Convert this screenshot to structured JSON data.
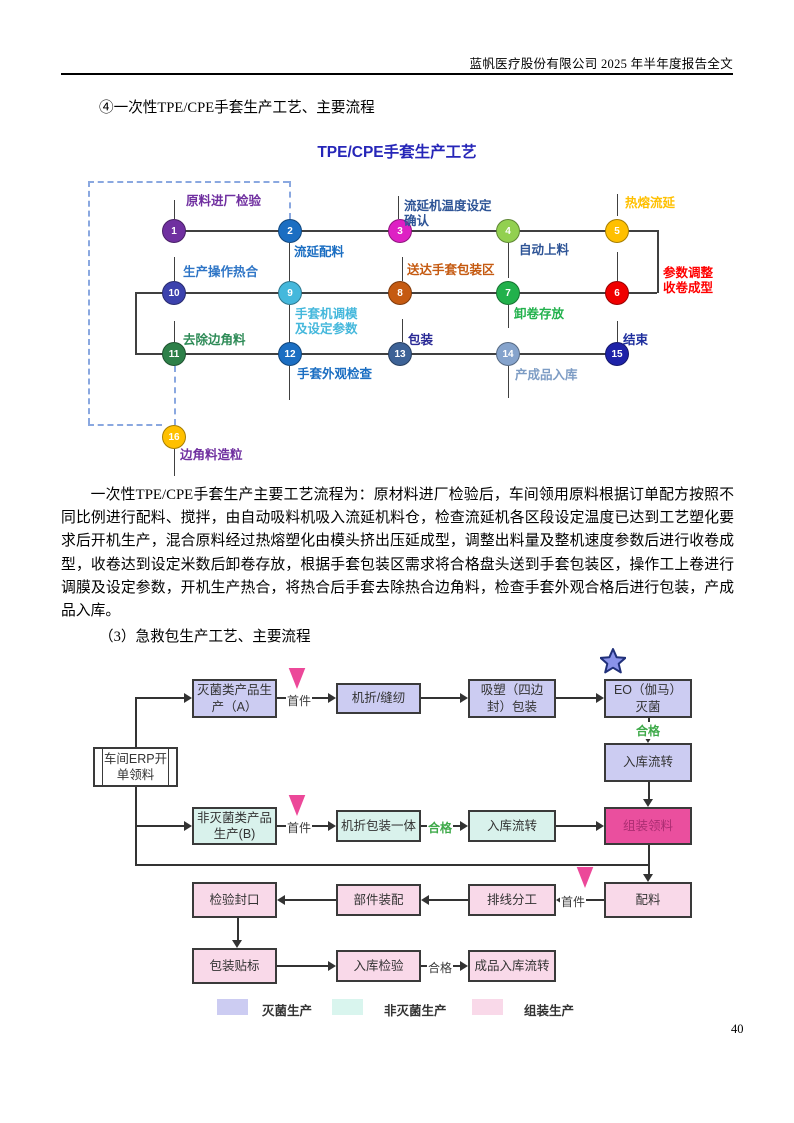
{
  "page": {
    "header_title": "蓝帆医疗股份有限公司 2025 年半年度报告全文",
    "page_number": "40"
  },
  "section_glove": {
    "heading": "④一次性TPE/CPE手套生产工艺、主要流程"
  },
  "glove_chart": {
    "title": "TPE/CPE手套生产工艺",
    "title_color": "#2626b8",
    "line_color": "#404040",
    "dashed_color": "#8aa8e0",
    "nodes": [
      {
        "id": "n1",
        "num": "1",
        "label": "原料进厂检验",
        "node_color": "#7030a0",
        "label_color": "#7030a0"
      },
      {
        "id": "n2",
        "num": "2",
        "label": "流延配料",
        "node_color": "#1b6ec2",
        "label_color": "#1b6ec2"
      },
      {
        "id": "n3",
        "num": "3",
        "label": "流延机温度设定\n确认",
        "node_color": "#de20c4",
        "label_color": "#2e5496"
      },
      {
        "id": "n4",
        "num": "4",
        "label": "自动上料",
        "node_color": "#92d050",
        "label_color": "#2e5496"
      },
      {
        "id": "n5",
        "num": "5",
        "label": "热熔流延",
        "node_color": "#ffc000",
        "label_color": "#ffc000"
      },
      {
        "id": "n6",
        "num": "6",
        "label": "参数调整\n收卷成型",
        "node_color": "#f00000",
        "label_color": "#ff0000"
      },
      {
        "id": "n7",
        "num": "7",
        "label": "卸卷存放",
        "node_color": "#22b14c",
        "label_color": "#22b14c"
      },
      {
        "id": "n8",
        "num": "8",
        "label": "送达手套包装区",
        "node_color": "#c55a11",
        "label_color": "#c55a11"
      },
      {
        "id": "n9",
        "num": "9",
        "label": "手套机调模\n及设定参数",
        "node_color": "#45b8dc",
        "label_color": "#45b8dc"
      },
      {
        "id": "n10",
        "num": "10",
        "label": "生产操作热合",
        "node_color": "#3c42ad",
        "label_color": "#2e75c6"
      },
      {
        "id": "n11",
        "num": "11",
        "label": "去除边角料",
        "node_color": "#2e8049",
        "label_color": "#2e8b57"
      },
      {
        "id": "n12",
        "num": "12",
        "label": "手套外观检查",
        "node_color": "#1b6ec2",
        "label_color": "#1b6ec2"
      },
      {
        "id": "n13",
        "num": "13",
        "label": "包装",
        "node_color": "#3d6296",
        "label_color": "#2a2a96"
      },
      {
        "id": "n14",
        "num": "14",
        "label": "产成品入库",
        "node_color": "#85a3cc",
        "label_color": "#7d9cc4"
      },
      {
        "id": "n15",
        "num": "15",
        "label": "结束",
        "node_color": "#1e22a8",
        "label_color": "#1f2f9e"
      },
      {
        "id": "n16",
        "num": "16",
        "label": "边角料造粒",
        "node_color": "#ffc000",
        "label_color": "#7030a0"
      }
    ]
  },
  "glove_paragraph": "一次性TPE/CPE手套生产主要工艺流程为：原材料进厂检验后，车间领用原料根据订单配方按照不同比例进行配料、搅拌，由自动吸料机吸入流延机料仓，检查流延机各区段设定温度已达到工艺塑化要求后开机生产，混合原料经过热熔塑化由模头挤出压延成型，调整出料量及整机速度参数后进行收卷成型，收卷达到设定米数后卸卷存放，根据手套包装区需求将合格盘头送到手套包装区，操作工上卷进行调膜及设定参数，开机生产热合，将热合后手套去除热合边角料，检查手套外观合格后进行包装，产成品入库。",
  "section_firstaid": {
    "heading": "（3）急救包生产工艺、主要流程"
  },
  "firstaid_chart": {
    "colors": {
      "sterile_fill": "#ccccf2",
      "non_sterile_fill": "#d9f2ec",
      "assembly_fill": "#f9d9e9",
      "highlight_fill": "#ea4f9e",
      "highlight_text": "#ab2d72",
      "box_border": "#3a3a3a",
      "arrow_color": "#333333",
      "pass_green": "#3faa4a",
      "label_gray": "#3a3a3a",
      "marker_pink": "#ec4899",
      "star_fill": "#8a93ea",
      "star_border": "#20307a"
    },
    "boxes": [
      {
        "id": "erp",
        "label": "车间ERP开单领料",
        "type": "erp"
      },
      {
        "id": "a1",
        "label": "灭菌类产品生产（A）",
        "type": "sterile"
      },
      {
        "id": "a2",
        "label": "机折/缝纫",
        "type": "sterile"
      },
      {
        "id": "a3",
        "label": "吸塑（四边封）包装",
        "type": "sterile"
      },
      {
        "id": "a4",
        "label": "EO（伽马）灭菌",
        "type": "sterile"
      },
      {
        "id": "a5",
        "label": "入库流转",
        "type": "sterile"
      },
      {
        "id": "b1",
        "label": "非灭菌类产品生产(B)",
        "type": "non_sterile"
      },
      {
        "id": "b2",
        "label": "机折包装一体",
        "type": "non_sterile"
      },
      {
        "id": "b3",
        "label": "入库流转",
        "type": "non_sterile"
      },
      {
        "id": "b4",
        "label": "组装领料",
        "type": "highlight"
      },
      {
        "id": "c1",
        "label": "检验封口",
        "type": "assembly"
      },
      {
        "id": "c2",
        "label": "部件装配",
        "type": "assembly"
      },
      {
        "id": "c3",
        "label": "排线分工",
        "type": "assembly"
      },
      {
        "id": "c4",
        "label": "配料",
        "type": "assembly"
      },
      {
        "id": "d1",
        "label": "包装贴标",
        "type": "assembly"
      },
      {
        "id": "d2",
        "label": "入库检验",
        "type": "assembly"
      },
      {
        "id": "d3",
        "label": "成品入库流转",
        "type": "assembly"
      }
    ],
    "edge_labels": [
      {
        "id": "sj1",
        "text": "首件",
        "kind": "gray"
      },
      {
        "id": "hg1",
        "text": "合格",
        "kind": "green"
      },
      {
        "id": "sj2",
        "text": "首件",
        "kind": "gray"
      },
      {
        "id": "hg2",
        "text": "合格",
        "kind": "green"
      },
      {
        "id": "sj3",
        "text": "首件",
        "kind": "gray"
      },
      {
        "id": "hg3",
        "text": "合格",
        "kind": "gray"
      }
    ],
    "legend": [
      {
        "label": "灭菌生产",
        "color": "#ccccf2"
      },
      {
        "label": "非灭菌生产",
        "color": "#d9f5ee"
      },
      {
        "label": "组装生产",
        "color": "#f9d9e9"
      }
    ]
  }
}
